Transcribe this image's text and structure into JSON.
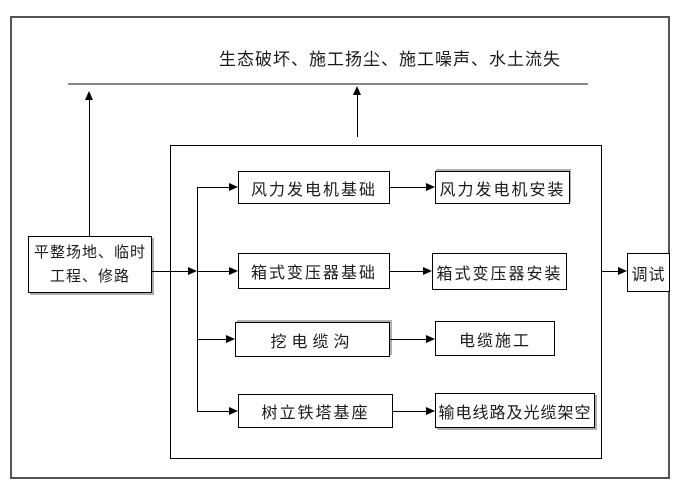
{
  "impact": {
    "label": "生态破坏、施工扬尘、施工噪声、水土流失"
  },
  "source": {
    "line1": "平整场地、临时",
    "line2": "工程、修路"
  },
  "rows": [
    {
      "step": "风力发电机基础",
      "install": "风力发电机安装"
    },
    {
      "step": "箱式变压器基础",
      "install": "箱式变压器安装"
    },
    {
      "step": "挖电缆沟",
      "install": "电缆施工"
    },
    {
      "step": "树立铁塔基座",
      "install": "输电线路及光缆架空"
    }
  ],
  "final": {
    "label": "调试"
  },
  "colors": {
    "line": "#000000",
    "impact_line": "#868686",
    "frame": "#555555",
    "background": "#ffffff"
  }
}
